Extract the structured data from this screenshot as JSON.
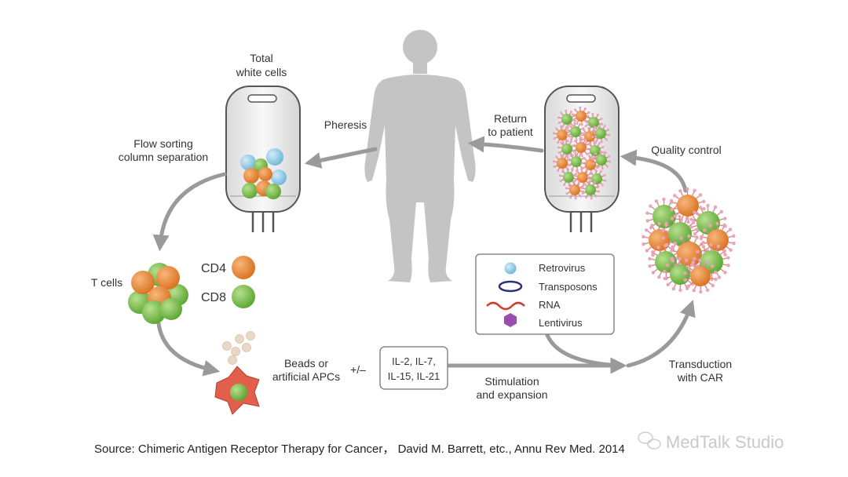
{
  "labels": {
    "total_white_cells": [
      "Total",
      "white cells"
    ],
    "pheresis": "Pheresis",
    "flow_sorting": [
      "Flow sorting",
      "column separation"
    ],
    "t_cells": "T cells",
    "cd4": "CD4",
    "cd8": "CD8",
    "beads": [
      "Beads or",
      "artificial APCs"
    ],
    "plus_minus": "+/–",
    "interleukins": [
      "IL-2, IL-7,",
      "IL-15, IL-21"
    ],
    "stimulation": [
      "Stimulation",
      "and expansion"
    ],
    "return_to_patient": [
      "Return",
      "to patient"
    ],
    "quality_control": "Quality control",
    "transduction": [
      "Transduction",
      "with CAR"
    ]
  },
  "legend": [
    {
      "label": "Retrovirus",
      "icon": "retrovirus-icon"
    },
    {
      "label": "Transposons",
      "icon": "transposon-icon"
    },
    {
      "label": "RNA",
      "icon": "rna-icon"
    },
    {
      "label": "Lentivirus",
      "icon": "lentivirus-icon"
    }
  ],
  "source": "Source:  Chimeric Antigen Receptor Therapy for Cancer， David M. Barrett, etc., Annu Rev Med. 2014",
  "watermark": "MedTalk Studio",
  "colors": {
    "orange": "#e8873a",
    "green": "#7cc04a",
    "blue": "#8ec9e4",
    "arrow": "#9a9a9a",
    "silhouette": "#c4c4c4",
    "red_cell": "#e25f4b",
    "bead": "#e9d8c6"
  }
}
